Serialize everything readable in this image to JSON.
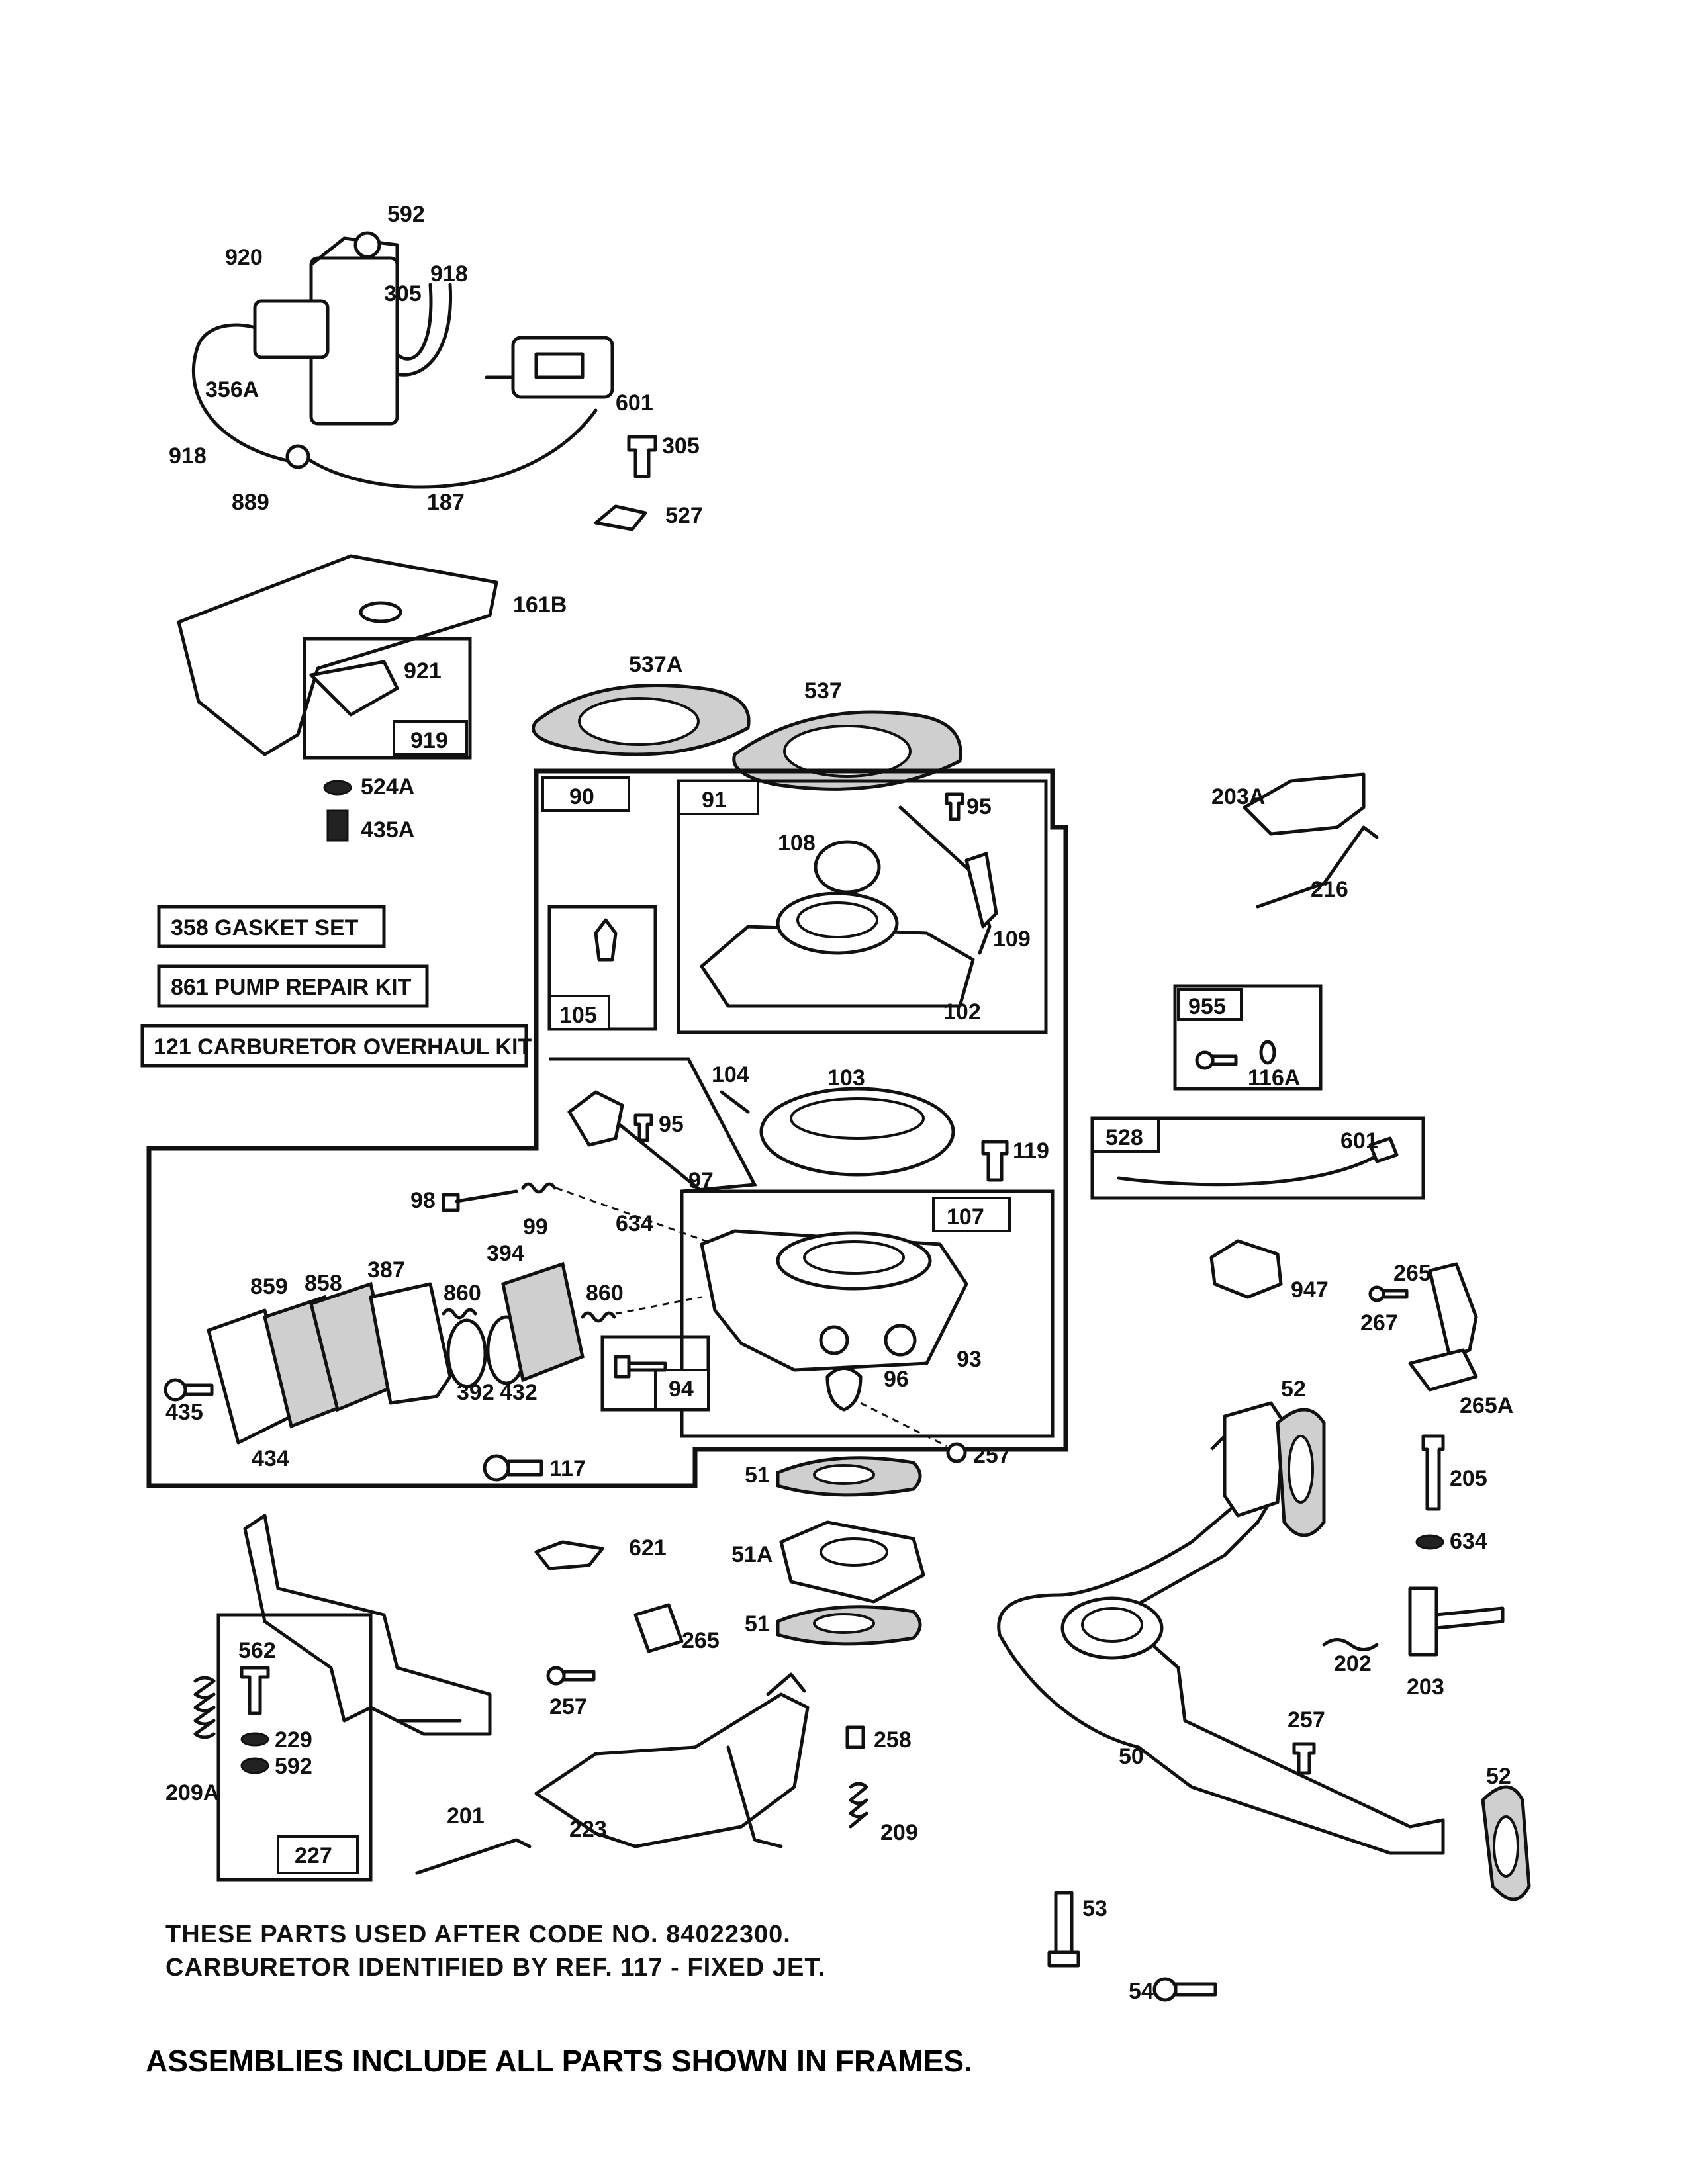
{
  "labels": {
    "p592_top": "592",
    "p920": "920",
    "p918_top": "918",
    "p305_top": "305",
    "p356A": "356A",
    "p918_left": "918",
    "p889": "889",
    "p187": "187",
    "p601_top": "601",
    "p305": "305",
    "p527": "527",
    "p161B": "161B",
    "p921": "921",
    "p919": "919",
    "p524A": "524A",
    "p435A": "435A",
    "p537A": "537A",
    "p537": "537",
    "p90": "90",
    "p91": "91",
    "p95_top": "95",
    "p108": "108",
    "p109": "109",
    "p102": "102",
    "p105": "105",
    "p104": "104",
    "p103": "103",
    "p95_mid": "95",
    "p119": "119",
    "p97": "97",
    "p98": "98",
    "p99": "99",
    "p634_mid": "634",
    "p107": "107",
    "p93": "93",
    "p96": "96",
    "p94": "94",
    "p257_mid": "257",
    "p117": "117",
    "p859": "859",
    "p858": "858",
    "p387": "387",
    "p394": "394",
    "p860_a": "860",
    "p860_b": "860",
    "p435": "435",
    "p434": "434",
    "p392": "392",
    "p432": "432",
    "p203A": "203A",
    "p216": "216",
    "p955": "955",
    "p116A": "116A",
    "p528": "528",
    "p601_right": "601",
    "p947": "947",
    "p265_right": "265",
    "p267": "267",
    "p265A": "265A",
    "p52_top": "52",
    "p205": "205",
    "p634_right": "634",
    "p202": "202",
    "p203": "203",
    "p257_right": "257",
    "p50": "50",
    "p52_bottom": "52",
    "p53": "53",
    "p54": "54",
    "p51_top": "51",
    "p51A": "51A",
    "p51_bottom": "51",
    "p621": "621",
    "p265_mid": "265",
    "p257_low": "257",
    "p258": "258",
    "p209": "209",
    "p223": "223",
    "p201": "201",
    "p562": "562",
    "p229": "229",
    "p592_low": "592",
    "p209A": "209A",
    "p227": "227"
  },
  "kits": {
    "gasket_set": "358  GASKET SET",
    "pump_repair_kit": "861  PUMP REPAIR KIT",
    "carburetor_overhaul_kit": "121  CARBURETOR OVERHAUL KIT"
  },
  "note": {
    "line1": "THESE PARTS USED AFTER CODE NO. 84022300.",
    "line2": "CARBURETOR IDENTIFIED BY REF. 117 - FIXED JET."
  },
  "footer": "ASSEMBLIES INCLUDE ALL PARTS SHOWN IN FRAMES."
}
